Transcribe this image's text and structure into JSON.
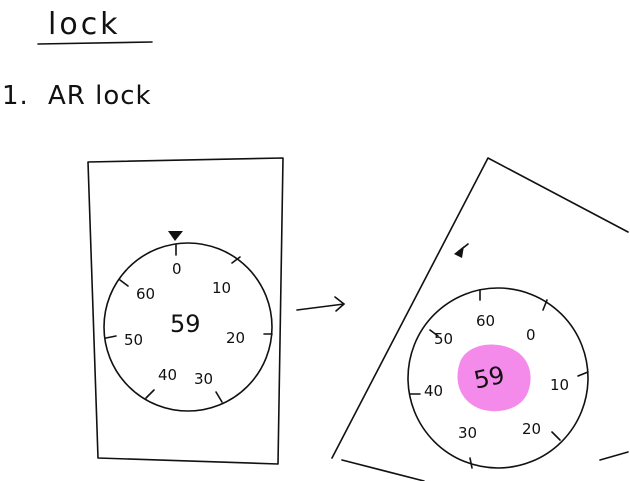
{
  "title": "lock",
  "item": {
    "number": "1.",
    "label": "AR lock"
  },
  "left_dial": {
    "center_value": "59",
    "numbers": {
      "n0": "0",
      "n10": "10",
      "n20": "20",
      "n30": "30",
      "n40": "40",
      "n50": "50",
      "n60": "60"
    }
  },
  "right_dial": {
    "center_value": "59",
    "highlight_color": "#f48bea",
    "numbers": {
      "n0": "0",
      "n10": "10",
      "n20": "20",
      "n30": "30",
      "n40": "40",
      "n50": "50",
      "n60": "60"
    }
  }
}
